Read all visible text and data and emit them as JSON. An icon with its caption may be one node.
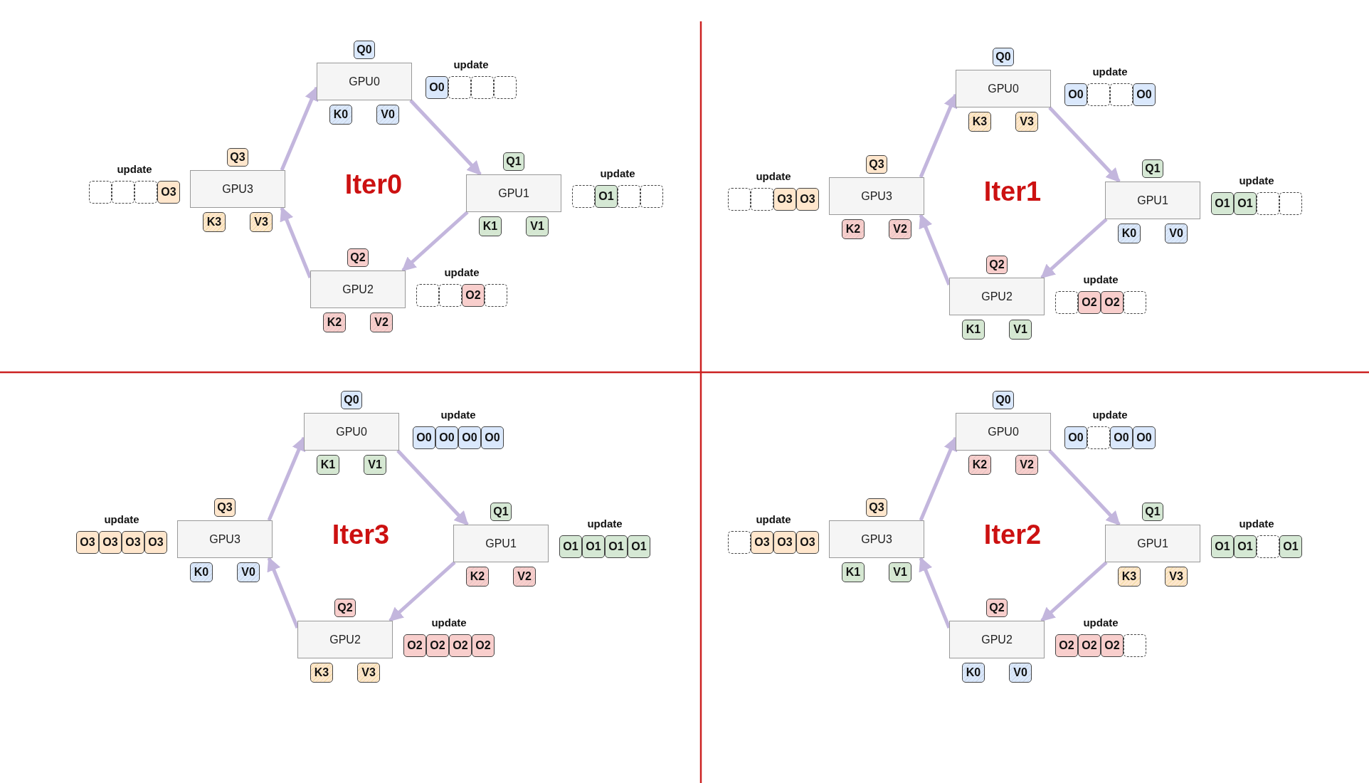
{
  "diagram": {
    "nodes": [
      {
        "text": [
          "Q0"
        ]
      },
      {
        "text": [
          "GPU0"
        ]
      },
      {
        "text": [
          "K0"
        ]
      },
      {
        "text": [
          "V0"
        ]
      },
      {
        "text": [
          "O0"
        ]
      },
      {
        "text": [],
        "shape": "box"
      },
      {
        "text": [],
        "shape": "box"
      },
      {
        "text": [],
        "shape": "box"
      },
      {
        "text": [
          "Q1"
        ]
      },
      {
        "text": [
          "GPU1"
        ]
      },
      {
        "text": [
          "K1"
        ]
      },
      {
        "text": [
          "V1"
        ]
      },
      {
        "text": [],
        "shape": "box"
      },
      {
        "text": [
          "O1"
        ]
      },
      {
        "text": [],
        "shape": "box"
      },
      {
        "text": [],
        "shape": "box"
      },
      {
        "text": [
          "Q2"
        ]
      },
      {
        "text": [
          "GPU2"
        ]
      },
      {
        "text": [
          "K2"
        ]
      },
      {
        "text": [
          "V2"
        ]
      },
      {
        "text": [],
        "shape": "box"
      },
      {
        "text": [],
        "shape": "box"
      },
      {
        "text": [
          "O2"
        ]
      },
      {
        "text": [],
        "shape": "box"
      },
      {
        "text": [
          "Q3"
        ]
      },
      {
        "text": [
          "GPU3"
        ]
      },
      {
        "text": [
          "K3"
        ]
      },
      {
        "text": [
          "V3"
        ]
      },
      {
        "text": [],
        "shape": "box"
      },
      {
        "text": [],
        "shape": "box"
      },
      {
        "text": [],
        "shape": "box"
      },
      {
        "text": [
          "O3"
        ]
      },
      {
        "text": [
          "Q0"
        ]
      },
      {
        "text": [
          "GPU0"
        ]
      },
      {
        "text": [
          "K3"
        ]
      },
      {
        "text": [
          "V3"
        ]
      },
      {
        "text": [
          "O0"
        ]
      },
      {
        "text": [],
        "shape": "box"
      },
      {
        "text": [],
        "shape": "box"
      },
      {
        "text": [
          "O0"
        ]
      },
      {
        "text": [
          "Q1"
        ]
      },
      {
        "text": [
          "GPU1"
        ]
      },
      {
        "text": [
          "K0"
        ]
      },
      {
        "text": [
          "V0"
        ]
      },
      {
        "text": [
          "O1"
        ]
      },
      {
        "text": [
          "O1"
        ]
      },
      {
        "text": [],
        "shape": "box"
      },
      {
        "text": [],
        "shape": "box"
      },
      {
        "text": [
          "Q2"
        ]
      },
      {
        "text": [
          "GPU2"
        ]
      },
      {
        "text": [
          "K1"
        ]
      },
      {
        "text": [
          "V1"
        ]
      },
      {
        "text": [],
        "shape": "box"
      },
      {
        "text": [
          "O2"
        ]
      },
      {
        "text": [
          "O2"
        ]
      },
      {
        "text": [],
        "shape": "box"
      },
      {
        "text": [
          "Q3"
        ]
      },
      {
        "text": [
          "GPU3"
        ]
      },
      {
        "text": [
          "K2"
        ]
      },
      {
        "text": [
          "V2"
        ]
      },
      {
        "text": [],
        "shape": "box"
      },
      {
        "text": [],
        "shape": "box"
      },
      {
        "text": [
          "O3"
        ]
      },
      {
        "text": [
          "O3"
        ]
      },
      {
        "text": [
          "Q0"
        ]
      },
      {
        "text": [
          "GPU0"
        ]
      },
      {
        "text": [
          "K1"
        ]
      },
      {
        "text": [
          "V1"
        ]
      },
      {
        "text": [
          "O0"
        ]
      },
      {
        "text": [
          "O0"
        ]
      },
      {
        "text": [
          "O0"
        ]
      },
      {
        "text": [
          "O0"
        ]
      },
      {
        "text": [
          "Q1"
        ]
      },
      {
        "text": [
          "GPU1"
        ]
      },
      {
        "text": [
          "K2"
        ]
      },
      {
        "text": [
          "V2"
        ]
      },
      {
        "text": [
          "O1"
        ]
      },
      {
        "text": [
          "O1"
        ]
      },
      {
        "text": [
          "O1"
        ]
      },
      {
        "text": [
          "O1"
        ]
      },
      {
        "text": [
          "Q2"
        ]
      },
      {
        "text": [
          "GPU2"
        ]
      },
      {
        "text": [
          "K3"
        ]
      },
      {
        "text": [
          "V3"
        ]
      },
      {
        "text": [
          "O2"
        ]
      },
      {
        "text": [
          "O2"
        ]
      },
      {
        "text": [
          "O2"
        ]
      },
      {
        "text": [
          "O2"
        ]
      },
      {
        "text": [
          "Q3"
        ]
      },
      {
        "text": [
          "GPU3"
        ]
      },
      {
        "text": [
          "K0"
        ]
      },
      {
        "text": [
          "V0"
        ]
      },
      {
        "text": [
          "O3"
        ]
      },
      {
        "text": [
          "O3"
        ]
      },
      {
        "text": [
          "O3"
        ]
      },
      {
        "text": [
          "O3"
        ]
      },
      {
        "text": [
          "Q0"
        ]
      },
      {
        "text": [
          "GPU0"
        ]
      },
      {
        "text": [
          "K2"
        ]
      },
      {
        "text": [
          "V2"
        ]
      },
      {
        "text": [
          "O0"
        ]
      },
      {
        "text": [],
        "shape": "box"
      },
      {
        "text": [
          "O0"
        ]
      },
      {
        "text": [
          "O0"
        ]
      },
      {
        "text": [
          "Q1"
        ]
      },
      {
        "text": [
          "GPU1"
        ]
      },
      {
        "text": [
          "K3"
        ]
      },
      {
        "text": [
          "V3"
        ]
      },
      {
        "text": [
          "O1"
        ]
      },
      {
        "text": [
          "O1"
        ]
      },
      {
        "text": [],
        "shape": "box"
      },
      {
        "text": [
          "O1"
        ]
      },
      {
        "text": [
          "Q2"
        ]
      },
      {
        "text": [
          "GPU2"
        ]
      },
      {
        "text": [
          "K0"
        ]
      },
      {
        "text": [
          "V0"
        ]
      },
      {
        "text": [
          "O2"
        ]
      },
      {
        "text": [
          "O2"
        ]
      },
      {
        "text": [
          "O2"
        ]
      },
      {
        "text": [],
        "shape": "box"
      },
      {
        "text": [
          "Q3"
        ]
      },
      {
        "text": [
          "GPU3"
        ]
      },
      {
        "text": [
          "K1"
        ]
      },
      {
        "text": [
          "V1"
        ]
      },
      {
        "text": [],
        "shape": "box"
      },
      {
        "text": [
          "O3"
        ]
      },
      {
        "text": [
          "O3"
        ]
      },
      {
        "text": [
          "O3"
        ]
      }
    ],
    "edges": [
      {
        "from": 1,
        "to": 9,
        "arrow": "to"
      },
      {
        "from": 9,
        "to": 17,
        "arrow": "to"
      },
      {
        "from": 17,
        "to": 25,
        "arrow": "to"
      },
      {
        "from": 25,
        "to": 1,
        "arrow": "to"
      },
      {
        "from": 33,
        "to": 41,
        "arrow": "to"
      },
      {
        "from": 41,
        "to": 49,
        "arrow": "to"
      },
      {
        "from": 49,
        "to": 57,
        "arrow": "to"
      },
      {
        "from": 57,
        "to": 33,
        "arrow": "to"
      },
      {
        "from": 65,
        "to": 73,
        "arrow": "to"
      },
      {
        "from": 73,
        "to": 81,
        "arrow": "to"
      },
      {
        "from": 81,
        "to": 89,
        "arrow": "to"
      },
      {
        "from": 89,
        "to": 65,
        "arrow": "to"
      },
      {
        "from": 97,
        "to": 105,
        "arrow": "to"
      },
      {
        "from": 105,
        "to": 113,
        "arrow": "to"
      },
      {
        "from": 113,
        "to": 121,
        "arrow": "to"
      },
      {
        "from": 121,
        "to": 97,
        "arrow": "to"
      }
    ],
    "labels": [
      "Iter0",
      "update",
      "update",
      "update",
      "update",
      "Iter1",
      "update",
      "update",
      "update",
      "update",
      "Iter3",
      "update",
      "update",
      "update",
      "update",
      "Iter2",
      "update",
      "update",
      "update",
      "update"
    ]
  }
}
